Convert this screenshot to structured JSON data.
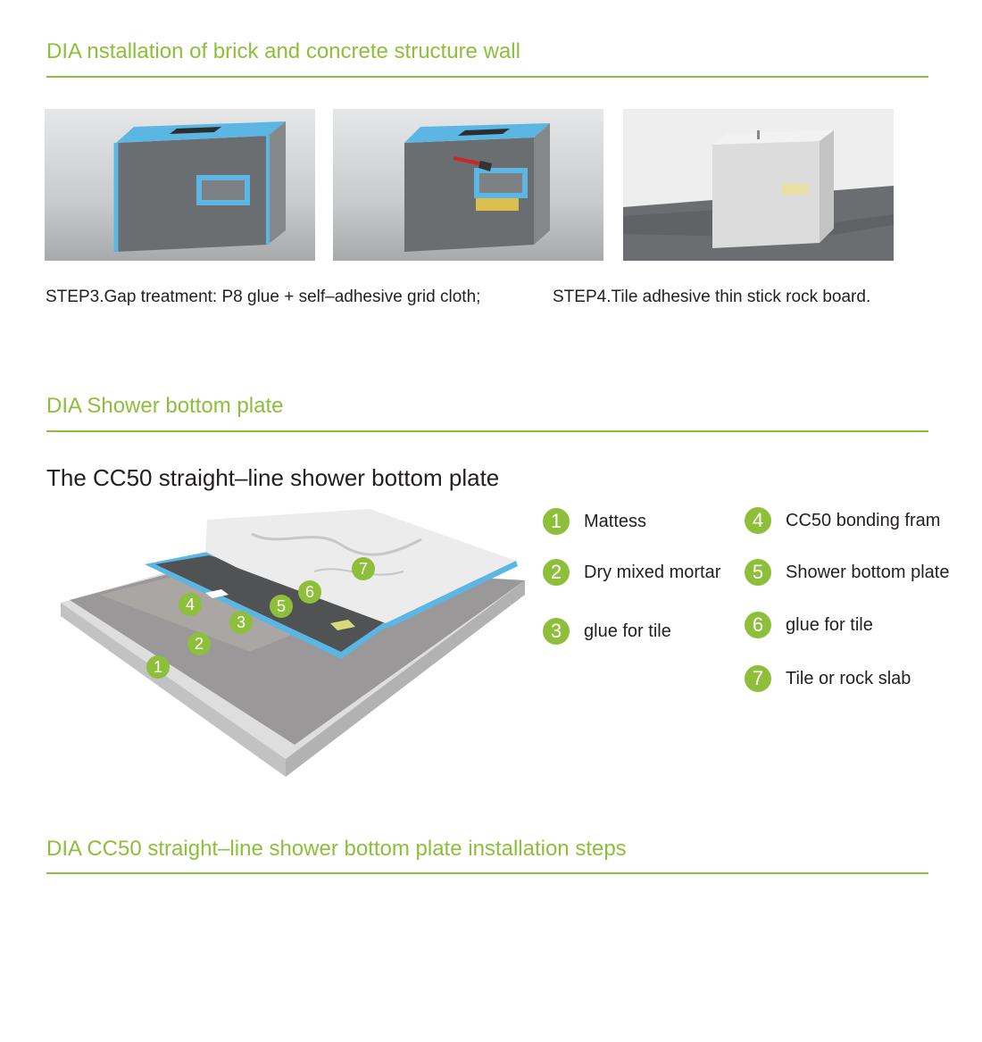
{
  "sections": {
    "brick": {
      "title": "DIA nstallation of brick and concrete structure wall"
    },
    "shower": {
      "title": "DIA Shower bottom plate"
    },
    "steps": {
      "title": "DIA CC50 straight–line shower bottom plate installation steps"
    }
  },
  "captions": {
    "step3": "STEP3.Gap treatment: P8 glue + self–adhesive grid cloth;",
    "step4": "STEP4.Tile adhesive thin stick rock board."
  },
  "diagram": {
    "heading": "The CC50 straight–line shower bottom plate",
    "markers": [
      "1",
      "2",
      "3",
      "4",
      "5",
      "6",
      "7"
    ]
  },
  "legend": [
    {
      "num": "1",
      "label": "Mattess"
    },
    {
      "num": "2",
      "label": "Dry mixed mortar"
    },
    {
      "num": "3",
      "label": "glue for tile"
    },
    {
      "num": "4",
      "label": "CC50 bonding fram"
    },
    {
      "num": "5",
      "label": "Shower bottom plate"
    },
    {
      "num": "6",
      "label": "glue for tile"
    },
    {
      "num": "7",
      "label": "Tile or rock slab"
    }
  ],
  "colors": {
    "accent": "#8dbf3b",
    "board_blue": "#5bb6e3",
    "board_gray": "#6b6e70"
  }
}
